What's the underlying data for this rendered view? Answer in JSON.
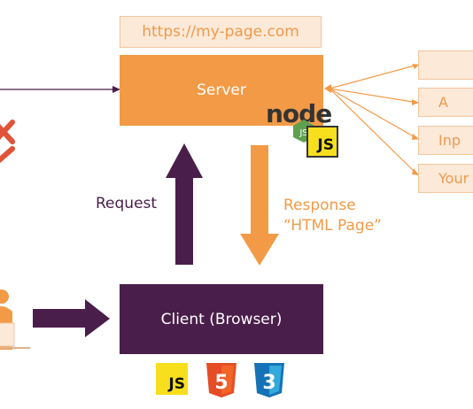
{
  "diagram": {
    "url": "https://my-page.com",
    "server": "Server",
    "client": "Client (Browser)",
    "request": "Request",
    "response_line1": "Response",
    "response_line2": "“HTML Page”",
    "side_items": [
      "",
      "A",
      "Inp",
      "Your"
    ],
    "node_logo_text": "node",
    "js_badge": "JS",
    "html5_badge": "5",
    "css3_badge": "3"
  },
  "colors": {
    "orange": "#f39a46",
    "light_orange": "#fde9d8",
    "purple": "#4a1e4b",
    "red_x": "#e0533a"
  }
}
